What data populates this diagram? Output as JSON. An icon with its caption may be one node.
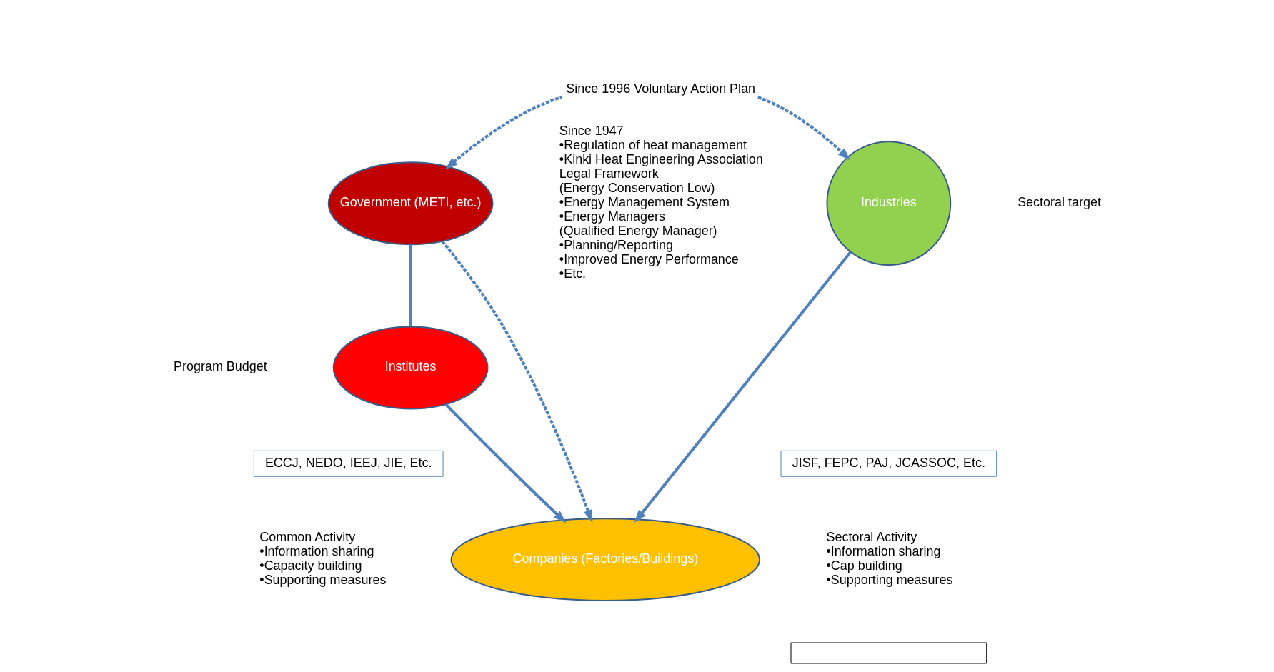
{
  "diagram": {
    "nodes": [
      {
        "text": [
          "Government (METI, etc.)"
        ]
      },
      {
        "text": [
          "Industries"
        ]
      },
      {
        "text": [
          "Institutes"
        ]
      },
      {
        "text": [
          "ECCJ, NEDO, IEEJ, JIE, Etc."
        ]
      },
      {
        "text": [
          "JISF, FEPC, PAJ, JCASSOC, Etc."
        ]
      },
      {
        "text": [
          "Companies (Factories/Buildings)"
        ]
      },
      {
        "text": [],
        "shape": "box"
      }
    ],
    "edges": [
      {
        "from": 0,
        "to": 1,
        "arrow": "both",
        "style": "dashed",
        "label": "Since 1996 Voluntary Action Plan"
      },
      {
        "from": 0,
        "to": 2,
        "arrow": "none"
      },
      {
        "from": 0,
        "to": 5,
        "arrow": "to",
        "style": "dashed"
      },
      {
        "from": 2,
        "to": 5,
        "arrow": "to"
      },
      {
        "from": 1,
        "to": 5,
        "arrow": "to"
      }
    ],
    "labels": [
      "Sectoral target",
      "Program Budget",
      "Since 1947",
      "•Regulation of heat management",
      "•Kinki Heat Engineering Association",
      "Legal Framework",
      "(Energy Conservation Low)",
      "•Energy Management System",
      "•Energy Managers",
      "(Qualified Energy Manager)",
      "•Planning/Reporting",
      "•Improved Energy Performance",
      "•Etc.",
      "Common Activity",
      "•Information sharing",
      "•Capacity building",
      "•Supporting measures",
      "Sectoral Activity",
      "•Information sharing",
      "•Cap building",
      "•Supporting measures"
    ]
  }
}
